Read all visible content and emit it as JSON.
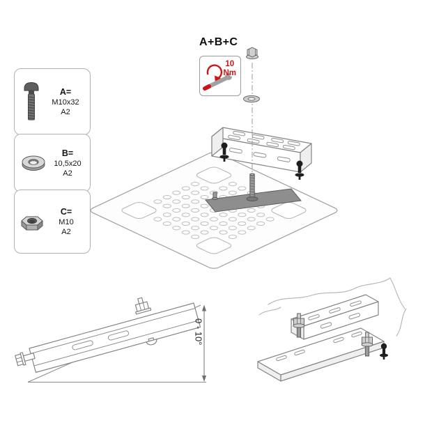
{
  "parts_legend": {
    "items": [
      {
        "id": "A",
        "label": "A=",
        "spec": "M10x32",
        "grade": "A2",
        "icon": "carriage-bolt-icon"
      },
      {
        "id": "B",
        "label": "B=",
        "spec": "10,5x20",
        "grade": "A2",
        "icon": "washer-icon"
      },
      {
        "id": "C",
        "label": "C=",
        "spec": "M10",
        "grade": "A2",
        "icon": "hex-nut-icon"
      }
    ]
  },
  "assembly_step": {
    "formula": "A+B+C",
    "torque": {
      "value": "10",
      "unit": "Nm"
    },
    "icons": [
      "torque-arrow-icon",
      "torque-wrench-icon"
    ]
  },
  "side_view": {
    "angle_label": "0 - 10°"
  },
  "colors": {
    "accent_red": "#d01317",
    "line_art_gray": "#848484",
    "box_border_gray": "#b1b1b1",
    "adapter_plate_gray": "#8e8e8e",
    "hardware_black": "#1e1e1e"
  }
}
